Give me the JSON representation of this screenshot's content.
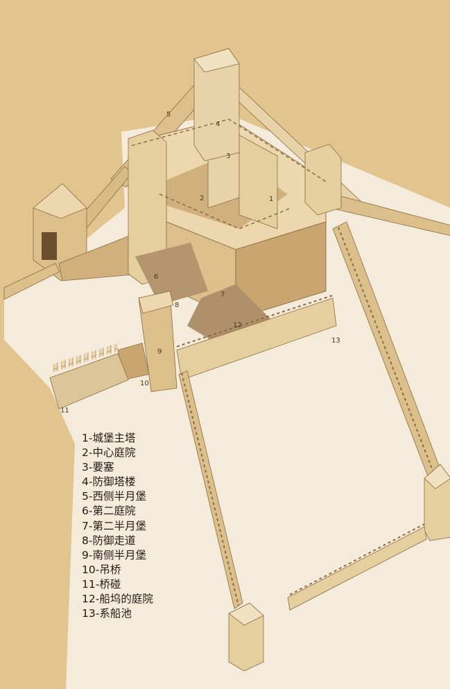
{
  "callouts": {
    "c1": "1",
    "c2": "2",
    "c3": "3",
    "c4": "4",
    "c5": "5",
    "c6": "6",
    "c7": "7",
    "c8": "8",
    "c9": "9",
    "c10": "10",
    "c11": "11",
    "c12": "12",
    "c13": "13"
  },
  "legend": [
    "1-城堡主塔",
    "2-中心庭院",
    "3-要塞",
    "4-防御塔楼",
    "5-西侧半月堡",
    "6-第二庭院",
    "7-第二半月堡",
    "8-防御走道",
    "9-南侧半月堡",
    "10-吊桥",
    "11-桥碰",
    "12-船坞的庭院",
    "13-系船池"
  ],
  "colors": {
    "background": "#e2c58e",
    "ground": "#f4ebdb",
    "wall_light": "#ecd7ae",
    "wall_mid": "#dcc08c",
    "wall_dark": "#c9a66f",
    "shadow": "#ae916a",
    "outline": "#8a6a42",
    "text": "#241a12"
  }
}
